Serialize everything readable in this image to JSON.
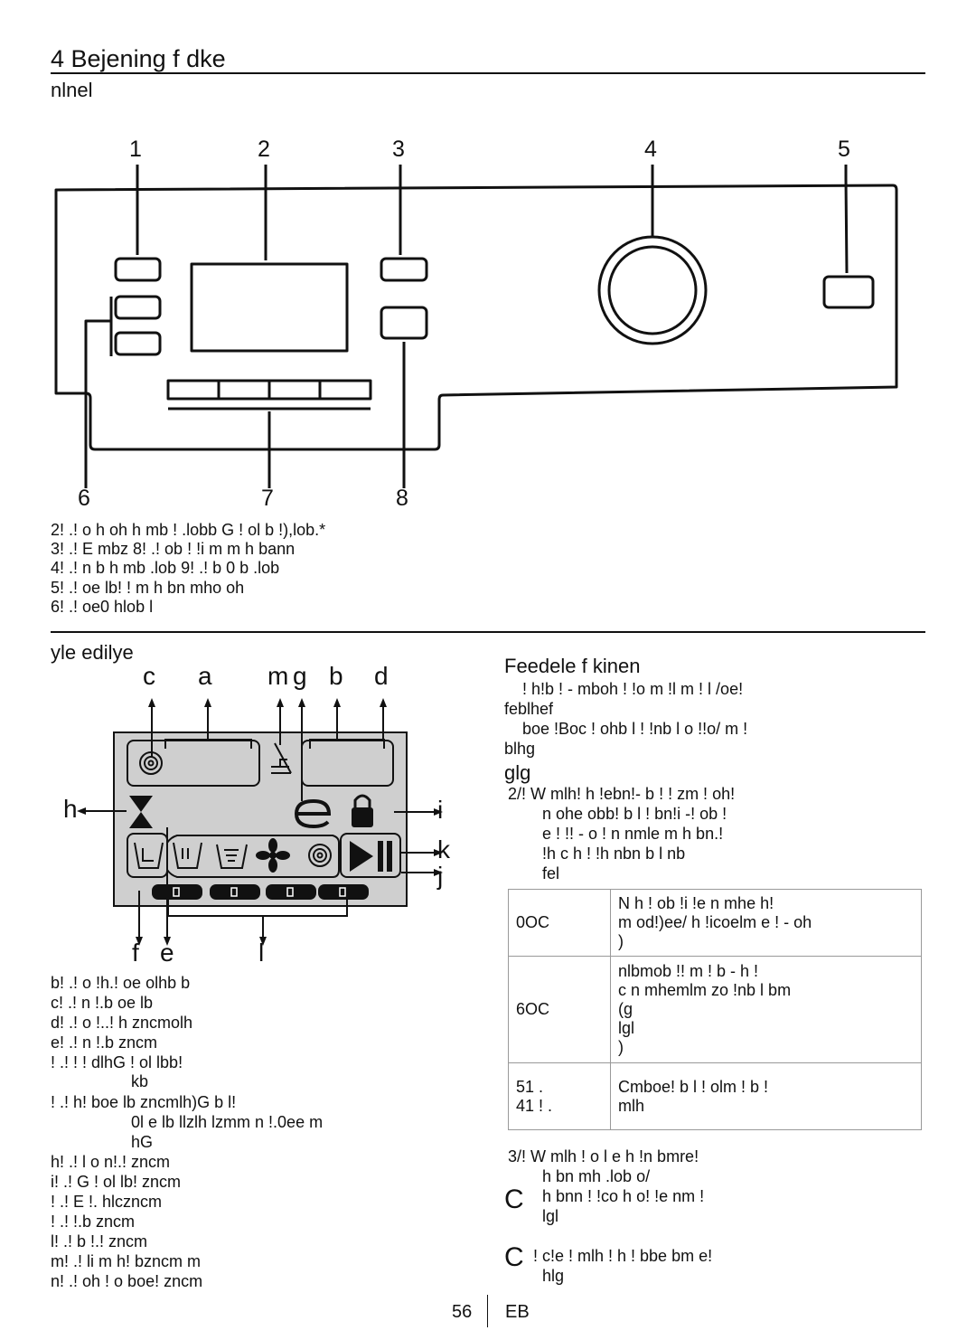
{
  "header": {
    "title": "4  Bejening f dke",
    "subtitle": "nlnel"
  },
  "panel_callouts": [
    "1",
    "2",
    "3",
    "4",
    "5",
    "6",
    "7",
    "8"
  ],
  "panel_legend": [
    "2!   .!              o                       h             oh              h   mb        !   .lobb  G            !   ol b      !),lob.*",
    "3!   .!      E               mbz                                                  8!   .!                   ob   !  !i     m  m                        h   bann",
    "4!   .!                 n               b                       h   mb              .lob  9!   .!                b           0    b              .lob",
    "5!   .!         oe   lb!   !     m     h   bn                          mho    oh",
    "6!   .!         oe0    hlob  l"
  ],
  "display_section": {
    "heading": "yle  edilye",
    "top_letters": [
      "c",
      "a",
      "m",
      "g",
      "b",
      "d"
    ],
    "side_letters": [
      "h",
      "i",
      "k",
      "j"
    ],
    "bottom_letters": [
      "f",
      "e",
      "l"
    ],
    "legend": [
      "b!         .!              o                         !h.!   oe olhb        b",
      "c!         .!              n              !.b   oe    lb",
      "d!         .!              o                 !..!  h  zncmolh",
      "e!         .!              n              !.b   zncm",
      "!         .!                                 !   !   dlhG           !   ol   lbb!",
      "kb",
      "!         .!                         h!   boe    lb    zncmlh)G             b     l!",
      "0l           e   lb   llzlh   lzmm    n  !.0ee       m",
      "hG",
      "h!         .!         l    o    n!.!    zncm",
      "i!         .!    G                   !   ol   lb!   zncm",
      "!         .!    E          !.  hlczncm",
      "!         .!                 !.b   zncm",
      "l!         .!        b         !.!   zncm",
      "m!         .!    li         m                      h!   bzncm       m",
      "n!   .!              oh   !  o  boe!   zncm"
    ]
  },
  "feature_section": {
    "heading": "Feedele f kinen",
    "intro": [
      "!   h!b !  -   mboh    !   !o          m  !l m             !   l    /oe!",
      "feblhef",
      "boe  !Boc        !  ohb     l          !  !nb     l     o  !!o/      m                 !",
      "blhg"
    ],
    "subheading": "glg",
    "item1": [
      "2/!    W    mlh!                  h !ebn!-   b      !   !     zm    !   oh!",
      "n    ohe      obb!    b       l          !   bn!i       -!   ob                 !",
      "e   !   !!  -           o              ! n  nmle     m            h   bn.!",
      "!h          c          h  !   !h   nbn             b                  l    nb",
      "fel"
    ],
    "table": [
      {
        "key": "0OC",
        "val": [
          "N     h  !   ob    !i         !e     n    mhe h!",
          "m     od!)ee/  h  !icoelm      e    !   -    oh",
          ")"
        ]
      },
      {
        "key": "6OC",
        "val": [
          "nlbmob    !!    m  !    b  -               h         !",
          "c   n     mhemlm zo         !nb      l            bm",
          "(g",
          "lgl",
          ")"
        ]
      },
      {
        "key": "51     .\n41   !  .",
        "val": [
          "Cmboe!    b     l   !    olm    !    b              !",
          "mlh",
          ""
        ]
      }
    ],
    "item2": [
      "3/!    W    mlh     !      o       l      e               h !n bmre!",
      "h   bn          mh             .lob            o/",
      "h   bnn  !   !co  h            o!   !e    nm  !",
      "lgl",
      "!   c!e   !         mlh   !              h  !  bbe    bm         e!",
      "hlg"
    ],
    "note_marker": "C"
  },
  "footer": {
    "page": "56",
    "lang": "EB"
  }
}
